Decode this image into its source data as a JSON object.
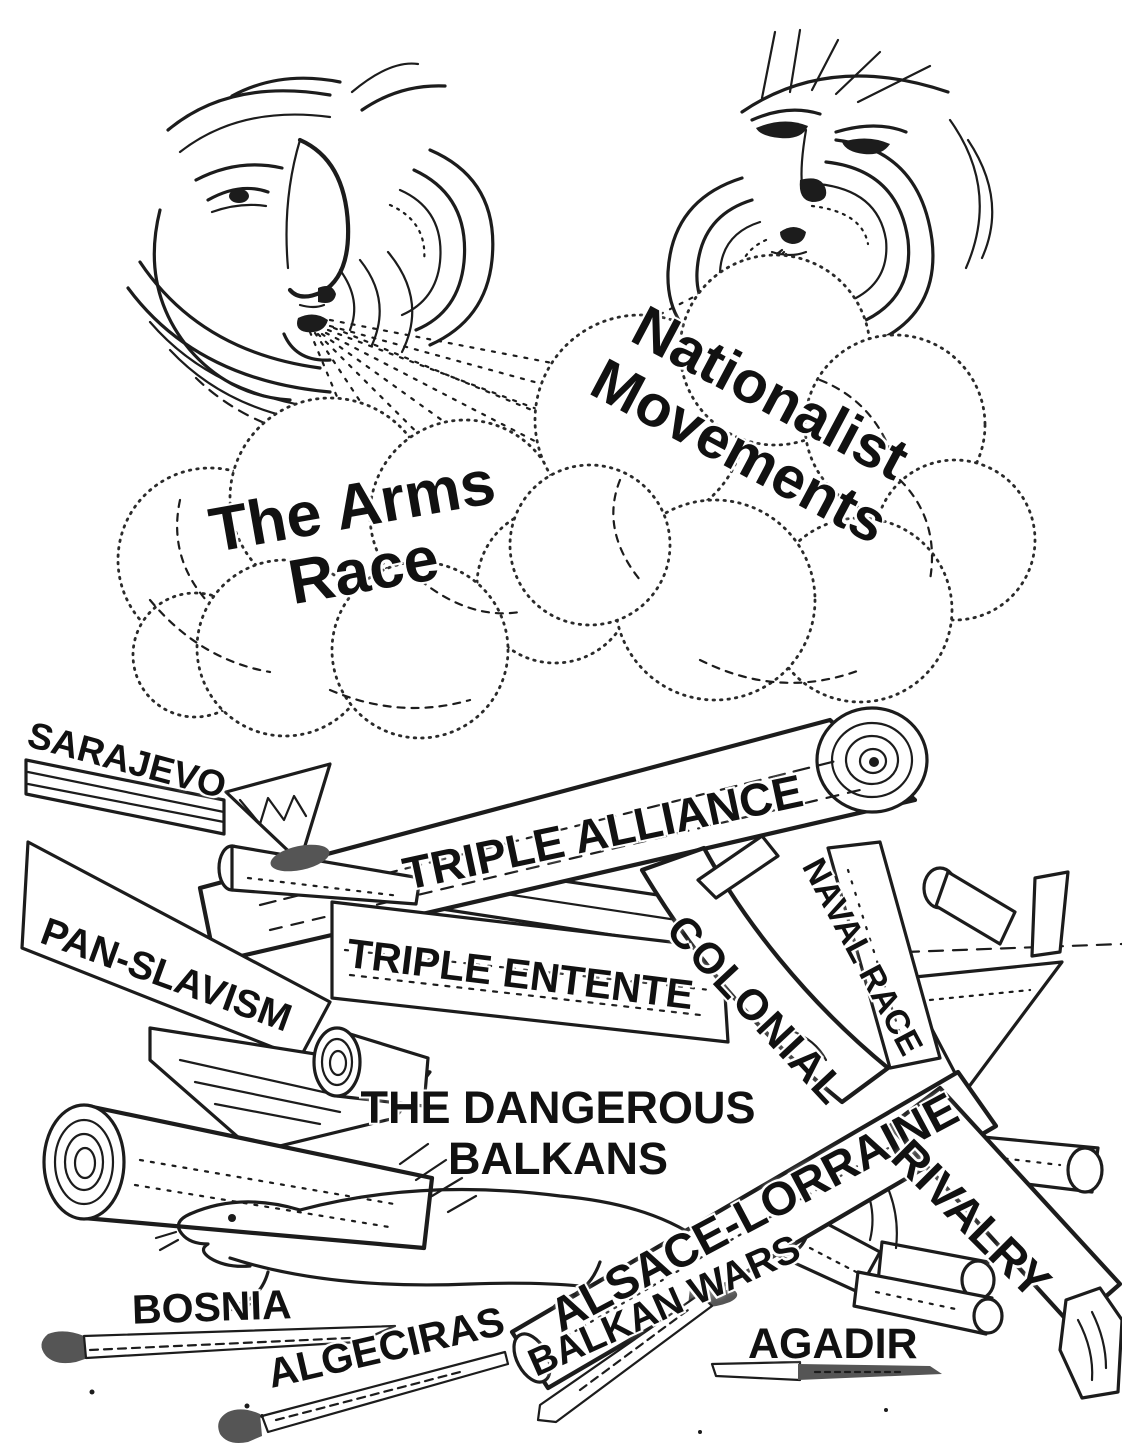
{
  "colors": {
    "ink": "#1c1c1c",
    "background": "#ffffff",
    "match_head": "#555555"
  },
  "smoke": {
    "left_cloud": {
      "line1": "The Arms",
      "line2": "Race"
    },
    "right_cloud": {
      "line1": "Nationalist",
      "line2": "Movements"
    }
  },
  "bonfire_labels": {
    "sarajevo": "SARAJEVO",
    "triple_alliance": "TRIPLE ALLIANCE",
    "pan_slavism": "PAN-SLAVISM",
    "triple_entente": "TRIPLE ENTENTE",
    "colonial_rivalry": {
      "word1": "COLONIAL",
      "word2": "RIVALRY"
    },
    "naval_race": "NAVAL RACE",
    "dangerous_balkans": {
      "line1": "THE DANGEROUS",
      "line2": "BALKANS"
    },
    "alsace_lorraine": "ALSACE-LORRAINE"
  },
  "match_labels": {
    "bosnia": "BOSNIA",
    "algeciras": "ALGECIRAS",
    "balkan_wars": "BALKAN WARS",
    "agadir": "AGADIR"
  }
}
